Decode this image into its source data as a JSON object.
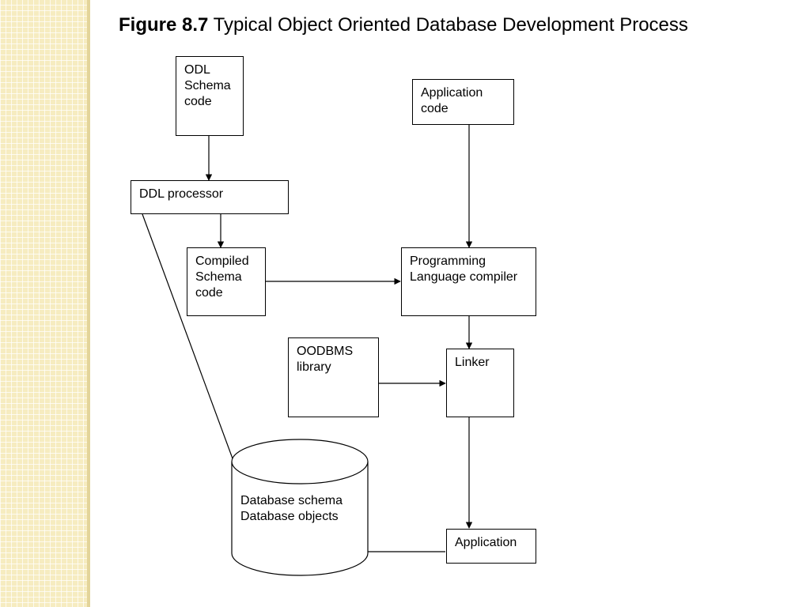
{
  "title": {
    "figure_number": "Figure 8.7",
    "text": "Typical Object Oriented Database Development Process"
  },
  "nodes": {
    "odl_schema_code": [
      "ODL",
      "Schema",
      "code"
    ],
    "application_code": [
      "Application",
      "code"
    ],
    "ddl_processor": [
      "DDL processor"
    ],
    "compiled_schema_code": [
      "Compiled",
      "Schema",
      "code"
    ],
    "programming_language_compiler": [
      "Programming",
      "Language compiler"
    ],
    "oodbms_library": [
      "OODBMS",
      "library"
    ],
    "linker": [
      "Linker"
    ],
    "database": [
      "Database schema",
      "Database objects"
    ],
    "application": [
      "Application"
    ]
  }
}
